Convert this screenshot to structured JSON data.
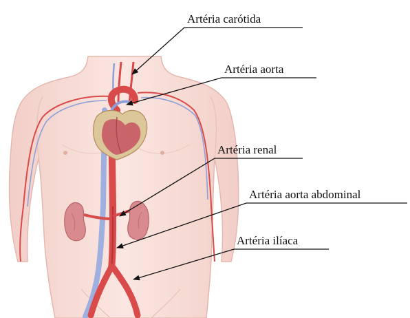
{
  "labels": {
    "carotida": "Artéria carótida",
    "aorta": "Artéria aorta",
    "renal": "Artéria renal",
    "aorta_abdominal": "Artéria aorta abdominal",
    "iliaca": "Artéria ilíaca"
  },
  "colors": {
    "skin": "#f7dcd6",
    "skin_outline": "#e4b8ae",
    "artery": "#d94a4a",
    "artery_dark": "#b8323a",
    "vein": "#8fa0d8",
    "heart": "#c9646a",
    "heart_fat": "#dcc79a",
    "kidney": "#d98a8e"
  }
}
